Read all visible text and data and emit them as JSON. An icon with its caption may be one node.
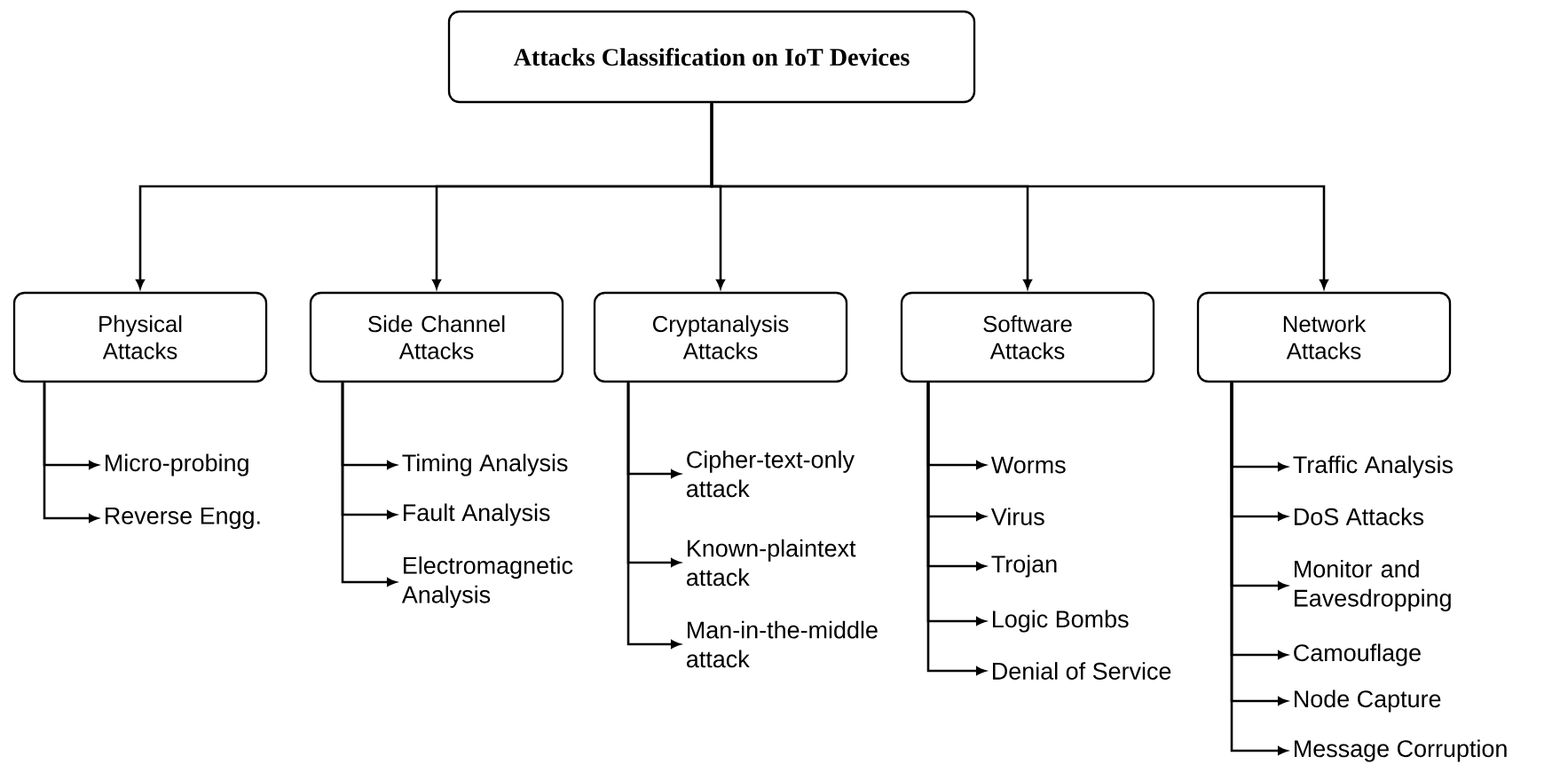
{
  "diagram": {
    "nodes": [
      {
        "text": [
          "Attacks Classification on IoT Devices"
        ]
      },
      {
        "text": [
          "Physical Attacks"
        ]
      },
      {
        "text": [
          "Side Channel Attacks"
        ]
      },
      {
        "text": [
          "Cryptanalysis Attacks"
        ]
      },
      {
        "text": [
          "Software Attacks"
        ]
      },
      {
        "text": [
          "Network Attacks"
        ]
      },
      {
        "text": [
          "Micro-probing"
        ]
      },
      {
        "text": [
          "Reverse Engg."
        ]
      },
      {
        "text": [
          "Timing Analysis"
        ]
      },
      {
        "text": [
          "Fault Analysis"
        ]
      },
      {
        "text": [
          "Electromagnetic Analysis"
        ]
      },
      {
        "text": [
          "Cipher-text-only attack"
        ]
      },
      {
        "text": [
          "Known-plaintext attack"
        ]
      },
      {
        "text": [
          "Man-in-the-middle attack"
        ]
      },
      {
        "text": [
          "Worms"
        ]
      },
      {
        "text": [
          "Virus"
        ]
      },
      {
        "text": [
          "Trojan"
        ]
      },
      {
        "text": [
          "Logic Bombs"
        ]
      },
      {
        "text": [
          "Denial of Service"
        ]
      },
      {
        "text": [
          "Traffic Analysis"
        ]
      },
      {
        "text": [
          "DoS Attacks"
        ]
      },
      {
        "text": [
          "Monitor and Eavesdropping"
        ]
      },
      {
        "text": [
          "Camouflage"
        ]
      },
      {
        "text": [
          "Node Capture"
        ]
      },
      {
        "text": [
          "Message Corruption"
        ]
      }
    ],
    "edges": [
      {
        "from": 0,
        "to": 1,
        "arrow": "to"
      },
      {
        "from": 0,
        "to": 2,
        "arrow": "to"
      },
      {
        "from": 0,
        "to": 3,
        "arrow": "to"
      },
      {
        "from": 0,
        "to": 4,
        "arrow": "to"
      },
      {
        "from": 0,
        "to": 5,
        "arrow": "to"
      },
      {
        "from": 1,
        "to": 6,
        "arrow": "to"
      },
      {
        "from": 1,
        "to": 7,
        "arrow": "to"
      },
      {
        "from": 2,
        "to": 8,
        "arrow": "to"
      },
      {
        "from": 2,
        "to": 9,
        "arrow": "to"
      },
      {
        "from": 2,
        "to": 10,
        "arrow": "to"
      },
      {
        "from": 3,
        "to": 11,
        "arrow": "to"
      },
      {
        "from": 3,
        "to": 12,
        "arrow": "to"
      },
      {
        "from": 3,
        "to": 13,
        "arrow": "to"
      },
      {
        "from": 4,
        "to": 14,
        "arrow": "to"
      },
      {
        "from": 4,
        "to": 15,
        "arrow": "to"
      },
      {
        "from": 4,
        "to": 16,
        "arrow": "to"
      },
      {
        "from": 4,
        "to": 17,
        "arrow": "to"
      },
      {
        "from": 4,
        "to": 18,
        "arrow": "to"
      },
      {
        "from": 5,
        "to": 19,
        "arrow": "to"
      },
      {
        "from": 5,
        "to": 20,
        "arrow": "to"
      },
      {
        "from": 5,
        "to": 21,
        "arrow": "to"
      },
      {
        "from": 5,
        "to": 22,
        "arrow": "to"
      },
      {
        "from": 5,
        "to": 23,
        "arrow": "to"
      },
      {
        "from": 5,
        "to": 24,
        "arrow": "to"
      }
    ]
  }
}
